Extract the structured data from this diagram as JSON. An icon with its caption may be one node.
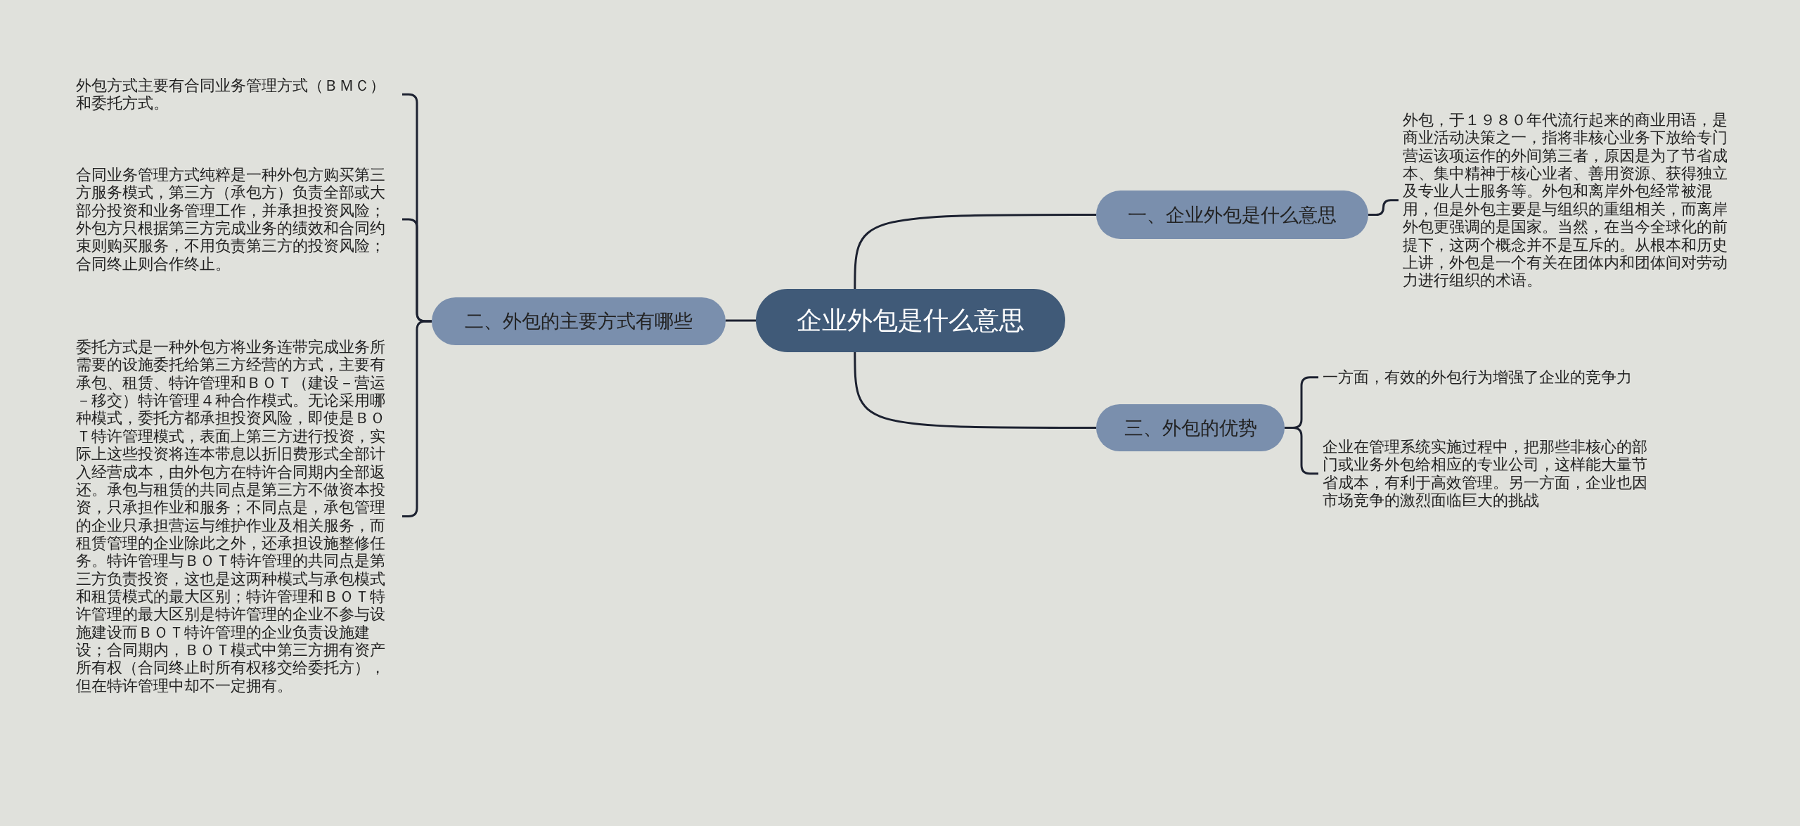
{
  "diagram": {
    "nodes": [
      {
        "text": [
          "企业外包是什么意思"
        ]
      },
      {
        "text": [
          "一、企业外包是什么意思"
        ]
      },
      {
        "text": [
          "二、外包的主要方式有哪些"
        ]
      },
      {
        "text": [
          "三、外包的优势"
        ]
      },
      {
        "text": [
          "外包，于１９８０年代流行起来的商业用语，是商业活动决策之一，指将非核心业务下放给专门营运该项运作的外间第三者，原因是为了节省成本、集中精神于核心业者、善用资源、获得独立及专业人士服务等。外包和离岸外包经常被混用，但是外包主要是与组织的重组相关，而离岸外包更强调的是国家。当然，在当今全球化的前提下，这两个概念并不是互斥的。从根本和历史上讲，外包是一个有关在团体内和团体间对劳动力进行组织的术语。"
        ]
      },
      {
        "text": [
          "外包方式主要有合同业务管理方式（ＢＭＣ）和委托方式。"
        ]
      },
      {
        "text": [
          "合同业务管理方式纯粹是一种外包方购买第三方服务模式，第三方（承包方）负责全部或大部分投资和业务管理工作，并承担投资风险；外包方只根据第三方完成业务的绩效和合同约束则购买服务，不用负责第三方的投资风险；合同终止则合作终止。"
        ]
      },
      {
        "text": [
          "委托方式是一种外包方将业务连带完成业务所需要的设施委托给第三方经营的方式，主要有承包、租赁、特许管理和ＢＯＴ（建设－营运－移交）特许管理４种合作模式。无论采用哪种模式，委托方都承担投资风险，即使是ＢＯＴ特许管理模式，表面上第三方进行投资，实际上这些投资将连本带息以折旧费形式全部计入经营成本，由外包方在特许合同期内全部返还。承包与租赁的共同点是第三方不做资本投资，只承担作业和服务；不同点是，承包管理的企业只承担营运与维护作业及相关服务，而租赁管理的企业除此之外，还承担设施整修任务。特许管理与ＢＯＴ特许管理的共同点是第三方负责投资，这也是这两种模式与承包模式和租赁模式的最大区别；特许管理和ＢＯＴ特许管理的最大区别是特许管理的企业不参与设施建设而ＢＯＴ特许管理的企业负责设施建设；合同期内，ＢＯＴ模式中第三方拥有资产所有权（合同终止时所有权移交给委托方），但在特许管理中却不一定拥有。"
        ]
      },
      {
        "text": [
          "一方面，有效的外包行为增强了企业的竞争力"
        ]
      },
      {
        "text": [
          "企业在管理系统实施过程中，把那些非核心的部门或业务外包给相应的专业公司，这样能大量节省成本，有利于高效管理。另一方面，企业也因市场竞争的激烈面临巨大的挑战"
        ]
      }
    ],
    "edges": [
      {
        "from": 0,
        "to": 1,
        "arrow": "none"
      },
      {
        "from": 0,
        "to": 2,
        "arrow": "none"
      },
      {
        "from": 0,
        "to": 3,
        "arrow": "none"
      },
      {
        "from": 1,
        "to": 4,
        "arrow": "none"
      },
      {
        "from": 2,
        "to": 5,
        "arrow": "none"
      },
      {
        "from": 2,
        "to": 6,
        "arrow": "none"
      },
      {
        "from": 2,
        "to": 7,
        "arrow": "none"
      },
      {
        "from": 3,
        "to": 8,
        "arrow": "none"
      },
      {
        "from": 3,
        "to": 9,
        "arrow": "none"
      }
    ]
  }
}
